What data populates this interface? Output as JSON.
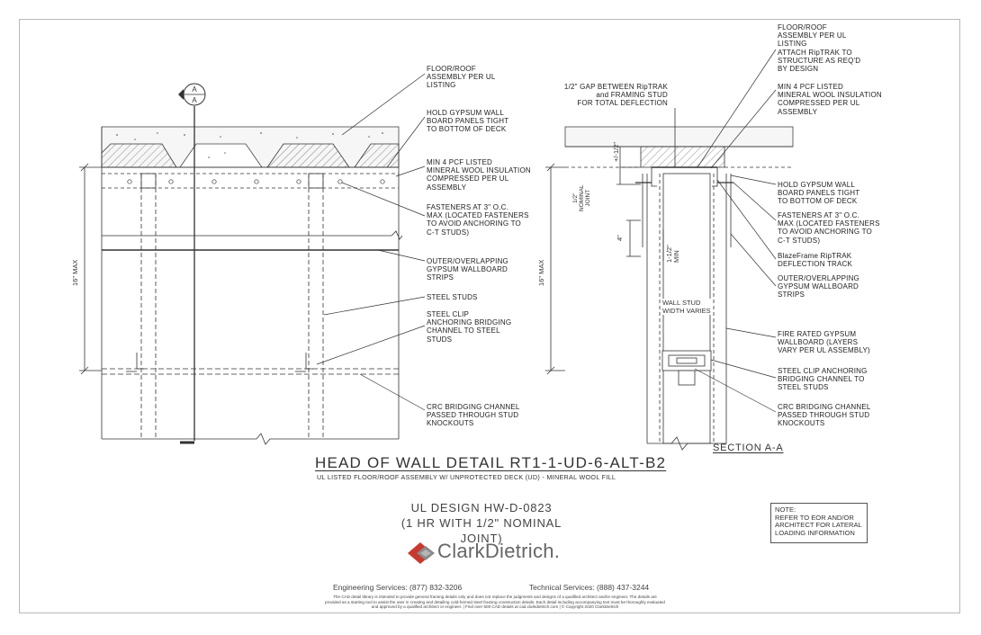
{
  "labels_left": [
    "FLOOR/ROOF\nASSEMBLY PER UL\nLISTING",
    "HOLD GYPSUM WALL\nBOARD PANELS TIGHT\nTO BOTTOM OF DECK",
    "MIN 4 PCF LISTED\nMINERAL WOOL INSULATION\nCOMPRESSED PER UL\nASSEMBLY",
    "FASTENERS AT 3\" O.C.\nMAX (LOCATED FASTENERS\nTO AVOID ANCHORING TO\nC-T STUDS)",
    "OUTER/OVERLAPPING\nGYPSUM WALLBOARD\nSTRIPS",
    "STEEL STUDS",
    "STEEL CLIP\nANCHORING BRIDGING\nCHANNEL TO STEEL\nSTUDS",
    "CRC BRIDGING CHANNEL\nPASSED THROUGH STUD\nKNOCKOUTS"
  ],
  "labels_right": [
    "FLOOR/ROOF\nASSEMBLY PER UL\nLISTING\nATTACH RipTRAK TO\nSTRUCTURE AS REQ'D\nBY DESIGN",
    "MIN 4 PCF LISTED\nMINERAL WOOL INSULATION\nCOMPRESSED PER UL\nASSEMBLY",
    "HOLD GYPSUM WALL\nBOARD PANELS TIGHT\nTO BOTTOM OF DECK",
    "FASTENERS AT 3\" O.C.\nMAX (LOCATED FASTENERS\nTO AVOID ANCHORING TO\nC-T STUDS)",
    "BlazeFrame RipTRAK\nDEFLECTION TRACK",
    "OUTER/OVERLAPPING\nGYPSUM WALLBOARD\nSTRIPS",
    "FIRE RATED GYPSUM\nWALLBOARD (LAYERS\nVARY PER UL ASSEMBLY)",
    "STEEL CLIP ANCHORING\nBRIDGING CHANNEL TO\nSTEEL STUDS",
    "CRC BRIDGING CHANNEL\nPASSED THROUGH STUD\nKNOCKOUTS"
  ],
  "gap_note": "1/2\" GAP BETWEEN RipTRAK\nand FRAMING STUD\nFOR TOTAL DEFLECTION",
  "dims": {
    "max_left": "16\" MAX",
    "max_right": "16\" MAX",
    "nominal_joint": "1/2\"\nNOMINAL\nJOINT",
    "plus_minus": "+/-1/2\"",
    "four_in": "4\"",
    "min": "1-1/2\"\nMIN",
    "wall_stud": "WALL STUD\nWIDTH VARIES"
  },
  "section_marker": {
    "top": "A",
    "bottom": "A"
  },
  "section_label": "SECTION A-A",
  "title": "HEAD OF WALL DETAIL RT1-1-UD-6-ALT-B2",
  "subtitle": "UL LISTED FLOOR/ROOF ASSEMBLY W/ UNPROTECTED DECK (UD) - MINERAL WOOL FILL",
  "design": "UL DESIGN HW-D-0823\n(1 HR WITH 1/2\" NOMINAL JOINT)",
  "note_box": "NOTE:\nREFER TO EOR AND/OR\nARCHITECT FOR LATERAL\nLOADING INFORMATION",
  "logo_text": "ClarkDietrich.",
  "engineering": "Engineering Services:  (877) 832-3206",
  "technical": "Technical Services:  (888) 437-3244",
  "disclaimer": "The CAD detail library is intended to provide general framing details only and does not replace the judgments and designs of a qualified architect and/or engineer. The details are\nprovided as a starting tool to assist the user in creating and detailing cold-formed steel framing construction details. Each detail including accompanying text must be thoroughly evaluated\nand approved by a qualified architect or engineer.   |   Find over 500 CAD details at cad.clarkdietrich.com   |   © Copyright 2020 ClarkDietrich",
  "colors": {
    "logo_red": "#c8392f",
    "logo_gray": "#7d7d7d",
    "line": "#333333"
  }
}
